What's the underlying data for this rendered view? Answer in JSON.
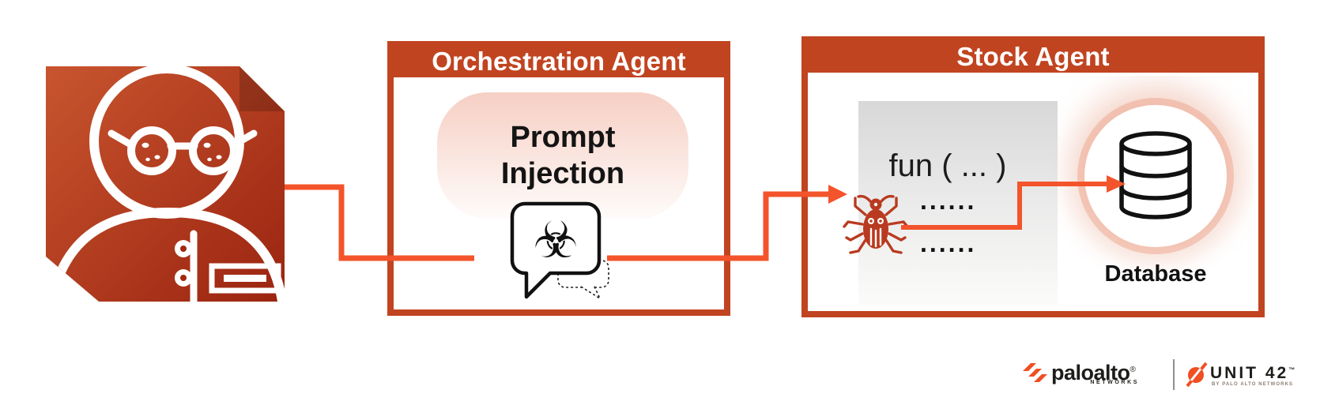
{
  "colors": {
    "frame_red": "#C14420",
    "arrow_orange": "#F3542B",
    "brand_orange": "#F04E23",
    "attacker_gradient_start": "#C8552F",
    "attacker_gradient_end": "#9B2410"
  },
  "attacker": {
    "icon": "attacker-user-icon"
  },
  "orchestration": {
    "title": "Orchestration Agent",
    "pill_line1": "Prompt",
    "pill_line2": "Injection",
    "bubble_icon": "biohazard-speech-bubble-icon",
    "biohazard_glyph": "☣"
  },
  "stock": {
    "title": "Stock Agent",
    "code_line": "fun ( ... )",
    "dots_row1": "......",
    "dots_row2": "......",
    "bug_icon": "malware-bug-icon",
    "database_icon": "database-cylinder-icon",
    "database_label": "Database"
  },
  "footer": {
    "paloalto": {
      "name": "paloalto",
      "registered": "®",
      "networks": "NETWORKS"
    },
    "unit42": {
      "name": "UNIT 42",
      "trademark": "™",
      "byline": "BY PALO ALTO NETWORKS"
    }
  }
}
